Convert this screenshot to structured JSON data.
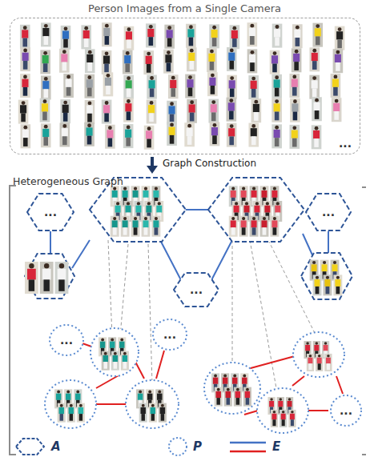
{
  "diagram": {
    "title": "Person Images from a Single Camera",
    "nodes": [
      {
        "text": [
          "..."
        ]
      },
      {
        "text": [
          "..."
        ]
      },
      {
        "text": [
          "..."
        ]
      },
      {
        "text": [
          "..."
        ]
      },
      {
        "text": [
          "..."
        ]
      },
      {
        "text": [
          "..."
        ]
      },
      {
        "text": [
          "..."
        ]
      }
    ],
    "labels": [
      "Graph Construction",
      "Heterogeneous Graph"
    ],
    "legend": [
      {
        "text": "A"
      },
      {
        "text": "P"
      },
      {
        "text": "E"
      }
    ]
  }
}
